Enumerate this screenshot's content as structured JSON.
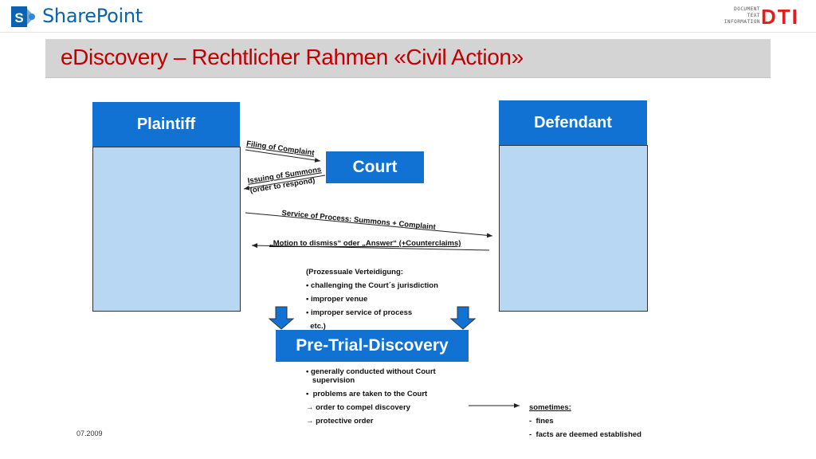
{
  "header": {
    "app_name": "SharePoint",
    "logo_letter": "S",
    "brand_lines": [
      "DOCUMENT",
      "TEXT",
      "INFORMATION"
    ],
    "brand_logo_text": "DTI"
  },
  "slide": {
    "title": "eDiscovery – Rechtlicher Rahmen «Civil Action»",
    "date": "07.2009"
  },
  "diagram": {
    "plaintiff": "Plaintiff",
    "defendant": "Defendant",
    "court": "Court",
    "filing": "Filing of Complaint",
    "issuing_line1": "Issuing of Summons",
    "issuing_line2": "(order to respond)",
    "service": "Service of Process: Summons + Complaint",
    "motion": "„Motion to dismiss“ oder „Answer“ (+Counterclaims)",
    "defense_items": [
      "(Prozessuale Verteidigung:",
      "• challenging the Court´s jurisdiction",
      "• improper venue",
      "• improper service of process",
      "  etc.)"
    ],
    "pretrial": "Pre-Trial-Discovery",
    "pretrial_items": [
      "• generally conducted without Court",
      "   supervision",
      "•  problems are taken to the Court",
      "→ order to compel discovery",
      "→ protective order"
    ],
    "sometimes": "sometimes:",
    "sometimes_items": [
      "-  fines",
      "-  facts are deemed established"
    ]
  },
  "colors": {
    "brand_blue": "#1272d3",
    "box_fill": "#b7d7f3",
    "title_red": "#c00000",
    "sharepoint_blue": "#0a62b2",
    "dti_red": "#e0201c"
  }
}
